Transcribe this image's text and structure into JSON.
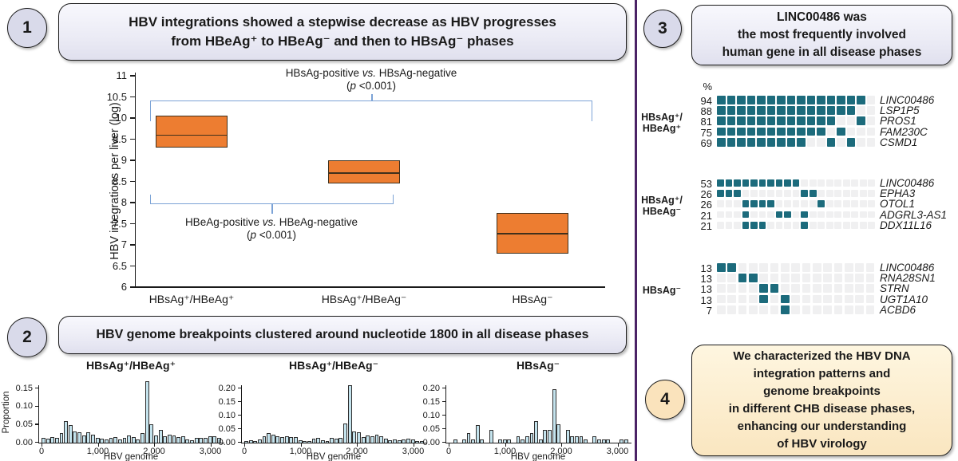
{
  "colors": {
    "box_orange": "#ED7D31",
    "box_border": "#40301C",
    "bracket_blue": "#7CA3D6",
    "bar_fill": "#C4E3ED",
    "bar_border": "#2E2E2E",
    "heat_filled": "#1C6B7C",
    "heat_empty": "#F0F0F1",
    "divider_purple": "#4B2366",
    "panel_lavender": "#E9E9F4",
    "panel_cream": "#FBE9C4",
    "axis_black": "#1a1a1a"
  },
  "left": {
    "panel1": {
      "badge": "1",
      "title": "HBV integrations showed a stepwise decrease as HBV progresses\nfrom HBeAg⁺ to HBeAg⁻ and then to HBsAg⁻ phases"
    },
    "panel2": {
      "badge": "2",
      "title": "HBV genome breakpoints clustered around nucleotide 1800 in all disease phases"
    }
  },
  "right": {
    "panel3": {
      "badge": "3",
      "title": "LINC00486 was\nthe most frequently involved\nhuman gene in all disease phases",
      "percent_header": "%",
      "groups": [
        {
          "label": "HBsAg⁺/\nHBeAg⁺",
          "n_cols": 16,
          "rows": [
            {
              "pct": "94",
              "gene": "LINC00486",
              "filled_cols": [
                1,
                2,
                3,
                4,
                5,
                6,
                7,
                8,
                9,
                10,
                11,
                12,
                13,
                14,
                15
              ]
            },
            {
              "pct": "88",
              "gene": "LSP1P5",
              "filled_cols": [
                1,
                2,
                3,
                4,
                5,
                6,
                7,
                8,
                9,
                10,
                11,
                12,
                13,
                14
              ]
            },
            {
              "pct": "81",
              "gene": "PROS1",
              "filled_cols": [
                1,
                2,
                3,
                4,
                5,
                6,
                7,
                8,
                9,
                10,
                11,
                12,
                15
              ]
            },
            {
              "pct": "75",
              "gene": "FAM230C",
              "filled_cols": [
                1,
                2,
                3,
                4,
                5,
                6,
                7,
                8,
                9,
                10,
                11,
                13
              ]
            },
            {
              "pct": "69",
              "gene": "CSMD1",
              "filled_cols": [
                1,
                2,
                3,
                4,
                5,
                6,
                7,
                8,
                9,
                12,
                14
              ]
            }
          ]
        },
        {
          "label": "HBsAg⁺/\nHBeAg⁻",
          "n_cols": 19,
          "rows": [
            {
              "pct": "53",
              "gene": "LINC00486",
              "filled_cols": [
                1,
                2,
                3,
                4,
                5,
                6,
                7,
                8,
                9,
                10
              ]
            },
            {
              "pct": "26",
              "gene": "EPHA3",
              "filled_cols": [
                1,
                2,
                3,
                11,
                12
              ]
            },
            {
              "pct": "26",
              "gene": "OTOL1",
              "filled_cols": [
                4,
                5,
                6,
                7,
                13
              ]
            },
            {
              "pct": "21",
              "gene": "ADGRL3-AS1",
              "filled_cols": [
                4,
                8,
                9,
                11
              ]
            },
            {
              "pct": "21",
              "gene": "DDX11L16",
              "filled_cols": [
                4,
                5,
                6,
                11
              ]
            }
          ]
        },
        {
          "label": "HBsAg⁻",
          "n_cols": 15,
          "rows": [
            {
              "pct": "13",
              "gene": "LINC00486",
              "filled_cols": [
                1,
                2
              ]
            },
            {
              "pct": "13",
              "gene": "RNA28SN1",
              "filled_cols": [
                3,
                4
              ]
            },
            {
              "pct": "13",
              "gene": "STRN",
              "filled_cols": [
                5,
                6
              ]
            },
            {
              "pct": "13",
              "gene": "UGT1A10",
              "filled_cols": [
                5,
                7
              ]
            },
            {
              "pct": "7",
              "gene": "ACBD6",
              "filled_cols": [
                7
              ]
            }
          ]
        }
      ]
    },
    "panel4": {
      "badge": "4",
      "text": "We characterized the HBV DNA\nintegration patterns and\ngenome breakpoints\nin different CHB disease phases,\nenhancing our understanding\nof HBV virology"
    }
  },
  "chart_data": [
    {
      "type": "box",
      "ylabel": "HBV integrations per liver (log)",
      "ylim": [
        6,
        11
      ],
      "ytick_step": 0.5,
      "categories": [
        "HBsAg⁺/HBeAg⁺",
        "HBsAg⁺/HBeAg⁻",
        "HBsAg⁻"
      ],
      "boxes": [
        {
          "q1": 9.3,
          "median": 9.6,
          "q3": 10.05
        },
        {
          "q1": 8.45,
          "median": 8.7,
          "q3": 9.0
        },
        {
          "q1": 6.8,
          "median": 7.27,
          "q3": 7.75
        }
      ],
      "annotations": [
        {
          "compare": [
            "HBsAg-positive ",
            "vs.",
            " HBsAg-negative"
          ],
          "pvalue": [
            "(",
            "p",
            " <0.001)"
          ],
          "span": [
            0,
            2
          ],
          "y": 10.42,
          "bracket": "down"
        },
        {
          "compare": [
            "HBeAg-positive ",
            "vs.",
            " HBeAg-negative"
          ],
          "pvalue": [
            "(",
            "p",
            " <0.001)"
          ],
          "span": [
            0,
            1
          ],
          "y": 7.97,
          "bracket": "up"
        }
      ]
    },
    {
      "type": "bar",
      "title": "HBsAg⁺/HBeAg⁺",
      "xlabel": "HBV genome",
      "ylabel": "Proportion",
      "bin_width": 80,
      "xlim": [
        0,
        3215
      ],
      "xticks": [
        0,
        1000,
        2000,
        3000
      ],
      "xtick_labels": [
        "0",
        "1,000",
        "2,000",
        "3,000"
      ],
      "yticks": [
        0,
        0.05,
        0.1,
        0.15
      ],
      "values": [
        0.013,
        0.01,
        0.014,
        0.012,
        0.026,
        0.06,
        0.047,
        0.03,
        0.027,
        0.02,
        0.028,
        0.022,
        0.013,
        0.01,
        0.008,
        0.013,
        0.015,
        0.008,
        0.013,
        0.02,
        0.014,
        0.008,
        0.025,
        0.17,
        0.05,
        0.02,
        0.035,
        0.017,
        0.022,
        0.02,
        0.014,
        0.017,
        0.008,
        0.006,
        0.012,
        0.012,
        0.013,
        0.017,
        0.016,
        0.012
      ]
    },
    {
      "type": "bar",
      "title": "HBsAg⁺/HBeAg⁻",
      "xlabel": "HBV genome",
      "ylabel": "Proportion",
      "bin_width": 80,
      "xlim": [
        0,
        3215
      ],
      "xticks": [
        0,
        1000,
        2000,
        3000
      ],
      "xtick_labels": [
        "0",
        "1,000",
        "2,000",
        "3,000"
      ],
      "yticks": [
        0,
        0.05,
        0.1,
        0.15,
        0.2
      ],
      "values": [
        0.004,
        0.007,
        0.006,
        0.01,
        0.022,
        0.034,
        0.03,
        0.024,
        0.021,
        0.024,
        0.021,
        0.02,
        0.007,
        0.004,
        0.006,
        0.013,
        0.018,
        0.007,
        0.005,
        0.016,
        0.014,
        0.016,
        0.07,
        0.21,
        0.04,
        0.036,
        0.02,
        0.026,
        0.023,
        0.03,
        0.022,
        0.014,
        0.008,
        0.01,
        0.008,
        0.012,
        0.014,
        0.01,
        0.006,
        0.004
      ]
    },
    {
      "type": "bar",
      "title": "HBsAg⁻",
      "xlabel": "HBV genome",
      "ylabel": "Proportion",
      "bin_width": 80,
      "xlim": [
        0,
        3215
      ],
      "xticks": [
        0,
        1000,
        2000,
        3000
      ],
      "xtick_labels": [
        "0",
        "1,000",
        "2,000",
        "3,000"
      ],
      "yticks": [
        0,
        0.05,
        0.1,
        0.15,
        0.2
      ],
      "values": [
        0,
        0.011,
        0,
        0.011,
        0.034,
        0.011,
        0.065,
        0.011,
        0,
        0.045,
        0,
        0.011,
        0.011,
        0.011,
        0,
        0.022,
        0.011,
        0.022,
        0.034,
        0.078,
        0.011,
        0.045,
        0.045,
        0.197,
        0.067,
        0,
        0.045,
        0.022,
        0.022,
        0.022,
        0.011,
        0,
        0.022,
        0.011,
        0.011,
        0.011,
        0,
        0,
        0.011,
        0.011
      ]
    }
  ]
}
